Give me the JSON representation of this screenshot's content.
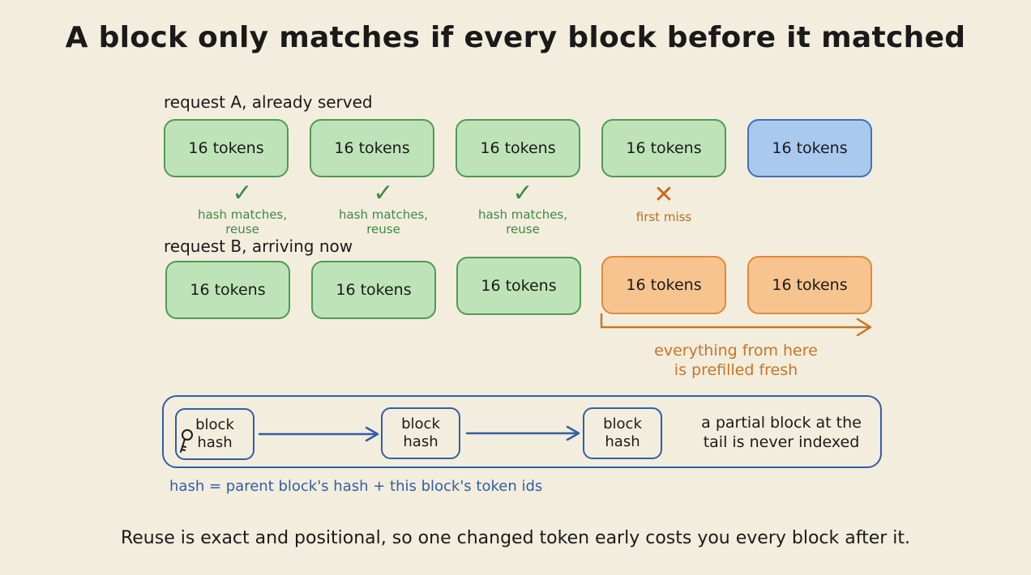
{
  "title": "A block only matches if every block before it matched",
  "request_a": {
    "label": "request A, already served",
    "blocks": [
      {
        "text": "16 tokens",
        "state": "green"
      },
      {
        "text": "16 tokens",
        "state": "green"
      },
      {
        "text": "16 tokens",
        "state": "green"
      },
      {
        "text": "16 tokens",
        "state": "green"
      },
      {
        "text": "16 tokens",
        "state": "blue"
      }
    ]
  },
  "matches": [
    {
      "mark": "check-icon",
      "line1": "hash matches,",
      "line2": "reuse"
    },
    {
      "mark": "check-icon",
      "line1": "hash matches,",
      "line2": "reuse"
    },
    {
      "mark": "check-icon",
      "line1": "hash matches,",
      "line2": "reuse"
    },
    {
      "mark": "x-icon",
      "line1": "first miss",
      "line2": ""
    }
  ],
  "request_b": {
    "label": "request B, arriving now",
    "blocks": [
      {
        "text": "16 tokens",
        "state": "green"
      },
      {
        "text": "16 tokens",
        "state": "green"
      },
      {
        "text": "16 tokens",
        "state": "green"
      },
      {
        "text": "16 tokens",
        "state": "orange"
      },
      {
        "text": "16 tokens",
        "state": "orange"
      }
    ]
  },
  "fresh_note": {
    "line1": "everything from here",
    "line2": "is prefilled fresh"
  },
  "chain": {
    "blocks": [
      {
        "line1": "block",
        "line2": "hash"
      },
      {
        "line1": "block",
        "line2": "hash"
      },
      {
        "line1": "block",
        "line2": "hash"
      }
    ],
    "note_line1": "a partial block at the",
    "note_line2": "tail is never indexed",
    "formula": "hash = parent block's hash + this block's token ids"
  },
  "footer": "Reuse is exact and positional, so one changed token early costs you every block after it.",
  "colors": {
    "green_fill": "#bfe3b8",
    "green_border": "#4f9b54",
    "blue_fill": "#a9c9ee",
    "blue_border": "#3f72b8",
    "orange_fill": "#f7c48f",
    "orange_border": "#dd8a3a",
    "chain_border": "#2f5fa6"
  }
}
